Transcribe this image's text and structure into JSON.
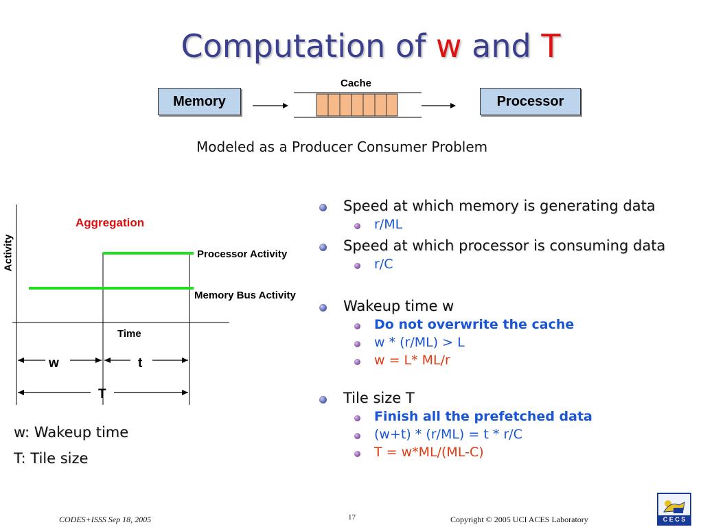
{
  "title": {
    "part1": "Computation of ",
    "w": "w",
    "part2": " and ",
    "T": "T"
  },
  "diagram": {
    "memory_label": "Memory",
    "cache_label": "Cache",
    "processor_label": "Processor",
    "subtitle": "Modeled as a Producer Consumer Problem"
  },
  "timing": {
    "y_axis_label": "Activity",
    "aggregation_label": "Aggregation",
    "processor_activity_label": "Processor Activity",
    "memory_bus_activity_label": "Memory Bus Activity",
    "time_label": "Time",
    "w_label": "w",
    "t_label": "t",
    "T_label": "T",
    "line_color": "#22dd22",
    "aggregation_color": "#e01010"
  },
  "legend": {
    "w_def": "w: Wakeup time",
    "T_def": "T: Tile size"
  },
  "bullets": [
    {
      "text": "Speed at which memory is generating data",
      "sub": [
        {
          "text": "r/ML",
          "style": ""
        }
      ]
    },
    {
      "text": "Speed at which processor is consuming data",
      "sub": [
        {
          "text": "r/C",
          "style": ""
        }
      ]
    },
    {
      "text": "Wakeup time w",
      "sub": [
        {
          "text": "Do not overwrite the cache",
          "style": "bold"
        },
        {
          "text": "w * (r/ML) > L",
          "style": ""
        },
        {
          "text": "w = L* ML/r",
          "style": "red"
        }
      ]
    },
    {
      "text": "Tile size T",
      "sub": [
        {
          "text": "Finish all the prefetched data",
          "style": "bold"
        },
        {
          "text": "(w+t) * (r/ML) = t * r/C",
          "style": ""
        },
        {
          "text": "T = w*ML/(ML-C)",
          "style": "red"
        }
      ]
    }
  ],
  "footer": {
    "left": "CODES+ISSS  Sep 18, 2005",
    "page": "17",
    "right": "Copyright © 2005  UCI ACES Laboratory",
    "logo_text": "C E C S"
  }
}
